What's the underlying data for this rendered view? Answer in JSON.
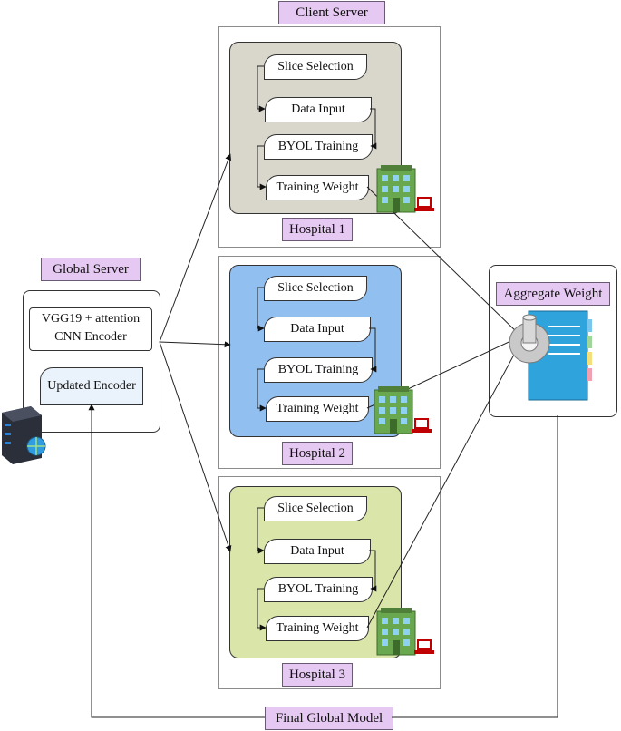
{
  "client_server_label": "Client Server",
  "global_server": {
    "label": "Global Server",
    "encoder_line1": "VGG19 + attention",
    "encoder_line2": "CNN  Encoder",
    "updated_encoder": "Updated Encoder"
  },
  "aggregate_label": "Aggregate Weight",
  "final_model_label": "Final Global Model",
  "hospitals": [
    {
      "name": "Hospital 1",
      "color": "#d9d6cb",
      "steps": [
        "Slice Selection",
        "Data Input",
        "BYOL Training",
        "Training Weight"
      ]
    },
    {
      "name": "Hospital 2",
      "color": "#90bff0",
      "steps": [
        "Slice Selection",
        "Data Input",
        "BYOL Training",
        "Training Weight"
      ]
    },
    {
      "name": "Hospital 3",
      "color": "#d9e5a9",
      "steps": [
        "Slice Selection",
        "Data Input",
        "BYOL Training",
        "Training Weight"
      ]
    }
  ]
}
